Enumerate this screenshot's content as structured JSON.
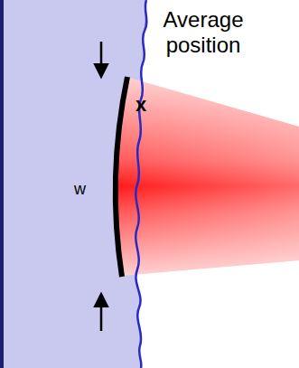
{
  "diagram": {
    "labels": [
      "Average position",
      "x",
      "w"
    ]
  }
}
